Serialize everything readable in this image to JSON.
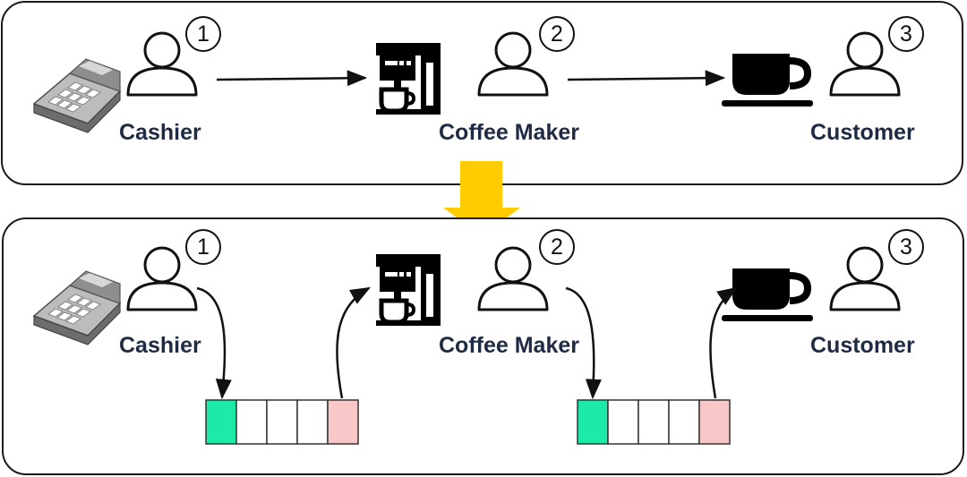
{
  "colors": {
    "panel_border": "#1a1a1a",
    "transition_arrow": "#ffcc00",
    "queue_head": "#1de9a8",
    "queue_tail": "#f8c8c8",
    "label_text": "#1f2a44"
  },
  "top_panel": {
    "roles": [
      {
        "label": "Cashier",
        "step": "1",
        "icon": "cash-register-icon"
      },
      {
        "label": "Coffee Maker",
        "step": "2",
        "icon": "coffee-machine-icon"
      },
      {
        "label": "Customer",
        "step": "3",
        "icon": "coffee-cup-icon"
      }
    ]
  },
  "bottom_panel": {
    "roles": [
      {
        "label": "Cashier",
        "step": "1",
        "icon": "cash-register-icon"
      },
      {
        "label": "Coffee Maker",
        "step": "2",
        "icon": "coffee-machine-icon"
      },
      {
        "label": "Customer",
        "step": "3",
        "icon": "coffee-cup-icon"
      }
    ],
    "queues": [
      {
        "slots": 5,
        "between": [
          "Cashier",
          "Coffee Maker"
        ]
      },
      {
        "slots": 5,
        "between": [
          "Coffee Maker",
          "Customer"
        ]
      }
    ]
  }
}
